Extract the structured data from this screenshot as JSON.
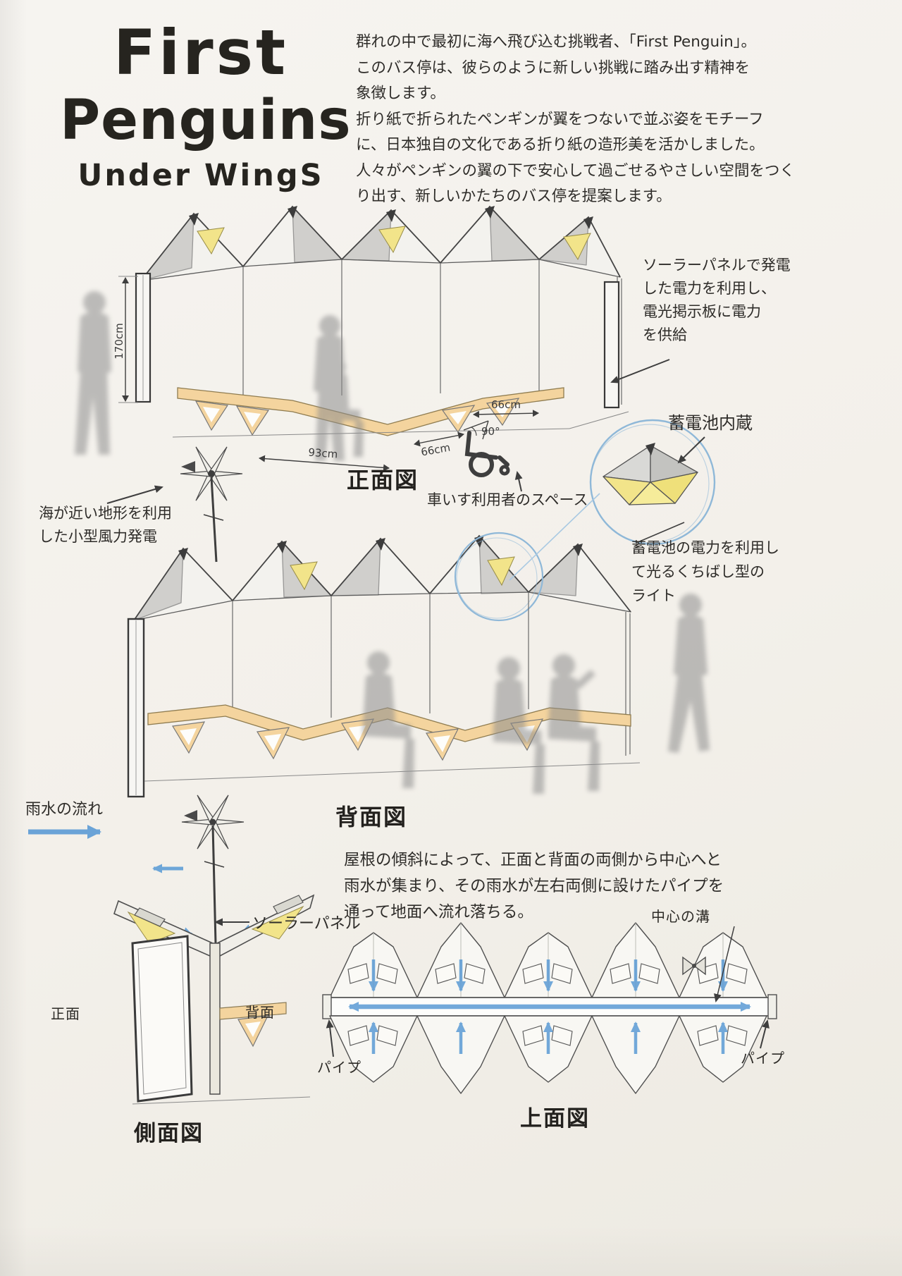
{
  "title": {
    "line1": "First",
    "line2": "Penguins",
    "line3": "Under WingS"
  },
  "intro": {
    "lines": [
      "群れの中で最初に海へ飛び込む挑戦者、「First Penguin」。",
      "このバス停は、彼らのように新しい挑戦に踏み出す精神を",
      "象徴します。",
      "折り紙で折られたペンギンが翼をつないで並ぶ姿をモチーフ",
      "に、日本独自の文化である折り紙の造形美を活かしました。",
      "人々がペンギンの翼の下で安心して過ごせるやさしい空間をつく",
      "り出す、新しいかたちのバス停を提案します。"
    ]
  },
  "front_view": {
    "label": "正面図",
    "height": "170cm",
    "width": "93cm",
    "depth_a": "66cm",
    "angle": "90°",
    "depth_b": "66cm",
    "wheelchair_note": "車いす利用者のスペース"
  },
  "back_view": {
    "label": "背面図"
  },
  "side_view": {
    "label": "側面図",
    "front": "正面",
    "back": "背面",
    "solar_panel": "ソーラーパネル"
  },
  "top_view": {
    "label": "上面図",
    "center_groove": "中心の溝",
    "pipe_left": "パイプ",
    "pipe_right": "パイプ"
  },
  "annotations": {
    "solar_lines": [
      "ソーラーパネルで発電",
      "した電力を利用し、",
      "電光掲示板に電力",
      "を供給"
    ],
    "battery": "蓄電池内蔵",
    "beak_light_lines": [
      "蓄電池の電力を利用し",
      "て光るくちばし型の",
      "ライト"
    ],
    "wind_lines": [
      "海が近い地形を利用",
      "した小型風力発電"
    ],
    "rain_flow": "雨水の流れ"
  },
  "rain_text": {
    "lines": [
      "屋根の傾斜によって、正面と背面の両側から中心へと",
      "雨水が集まり、その雨水が左右両側に設けたパイプを",
      "通って地面へ流れ落ちる。"
    ]
  },
  "icons": {
    "wind_turbine": "wind-turbine-sketch",
    "wheelchair": "wheelchair-sketch",
    "water_arrow": "blue-flow-arrow",
    "battery_detail": "origami-module-detail"
  },
  "colors": {
    "paper": "#f3f1ec",
    "ink": "#26241f",
    "pencil": "#4f4f4f",
    "shade_gray": "#b9b9b7",
    "figure_gray": "#8d8d8d",
    "bench_tan": "#f4d49e",
    "light_yellow": "#f2e48a",
    "water_blue": "#5b9bd5",
    "detail_blue": "#8fb8d8"
  }
}
